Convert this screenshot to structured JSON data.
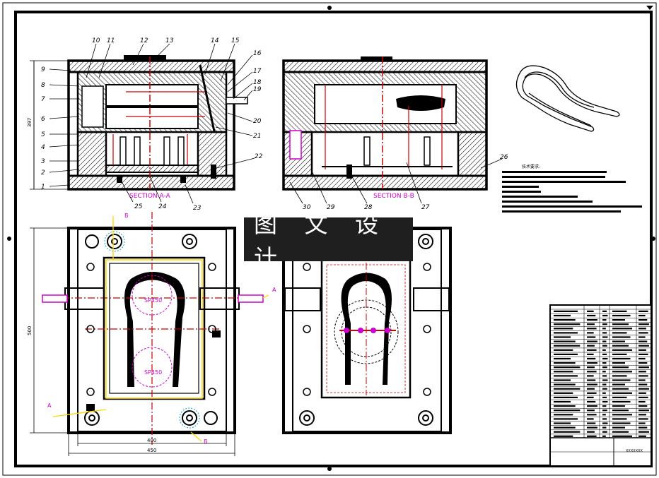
{
  "drawing": {
    "section_a_label": "SECTION A-A",
    "section_b_label": "SECTION B-B",
    "tech_title": "技术要求:",
    "watermark_text": "图 文 设 计",
    "dim_height": "397",
    "dim_height_plan": "500",
    "dim_width_inner": "400",
    "dim_width_outer": "450",
    "cavity_label_1": "SP450",
    "cavity_label_2": "SP450",
    "section_marks": [
      "A",
      "B"
    ],
    "part_numbers": [
      "1",
      "2",
      "3",
      "4",
      "5",
      "6",
      "7",
      "8",
      "9",
      "10",
      "11",
      "12",
      "13",
      "14",
      "15",
      "16",
      "17",
      "18",
      "19",
      "20",
      "21",
      "22",
      "23",
      "24",
      "25",
      "26",
      "27",
      "28",
      "29",
      "30"
    ],
    "title_block_code": "XXXXXXX"
  },
  "colors": {
    "line": "#000000",
    "hatch": "#000000",
    "center": "#cc0000",
    "section": "#cc00cc",
    "dimension": "#ffd800",
    "background": "#ffffff"
  }
}
